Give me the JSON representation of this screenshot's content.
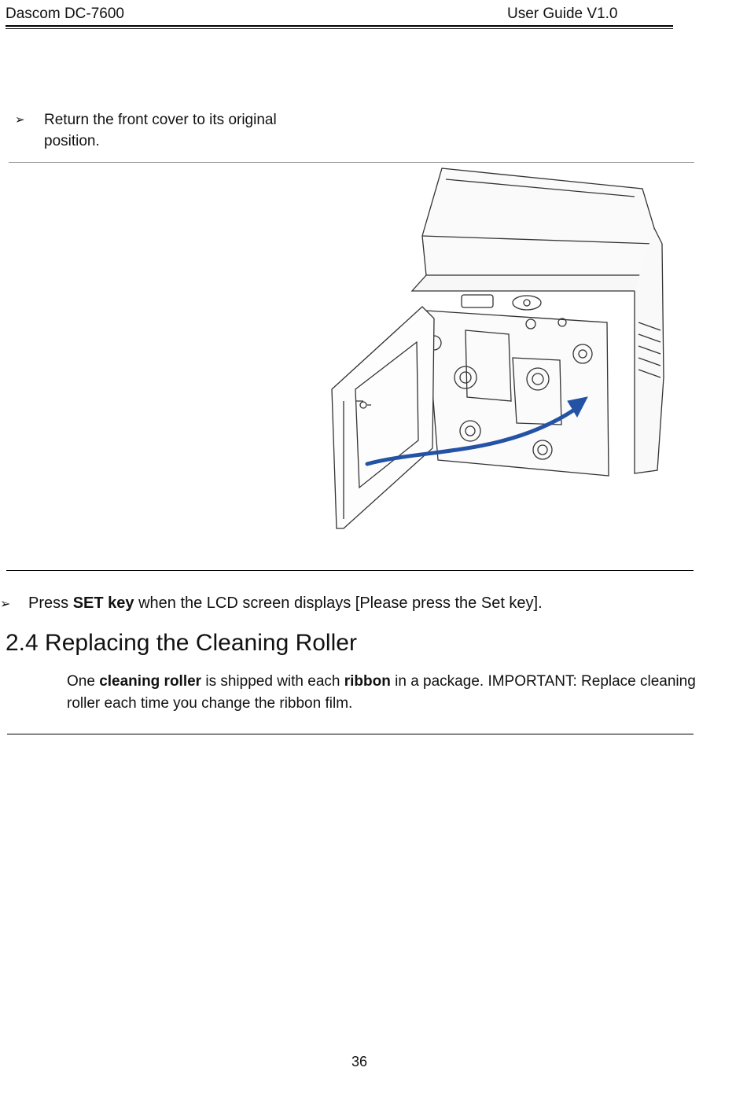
{
  "header": {
    "left": "Dascom DC-7600",
    "right": "User Guide V1.0"
  },
  "step1": {
    "bullet": "➢",
    "text": "Return the front cover to its original position."
  },
  "step2": {
    "bullet": "➢",
    "pre": "Press ",
    "key": "SET key",
    "post": " when the LCD screen displays [Please press the Set key]."
  },
  "section": {
    "heading": "2.4 Replacing the Cleaning Roller",
    "p_pre": "One ",
    "p_b1": "cleaning roller",
    "p_mid": " is shipped with each ",
    "p_b2": "ribbon",
    "p_post": " in a package. IMPORTANT: Replace cleaning roller each time you change the ribbon film."
  },
  "figure": {
    "arrow_color": "#2453a6"
  },
  "page_number": "36"
}
